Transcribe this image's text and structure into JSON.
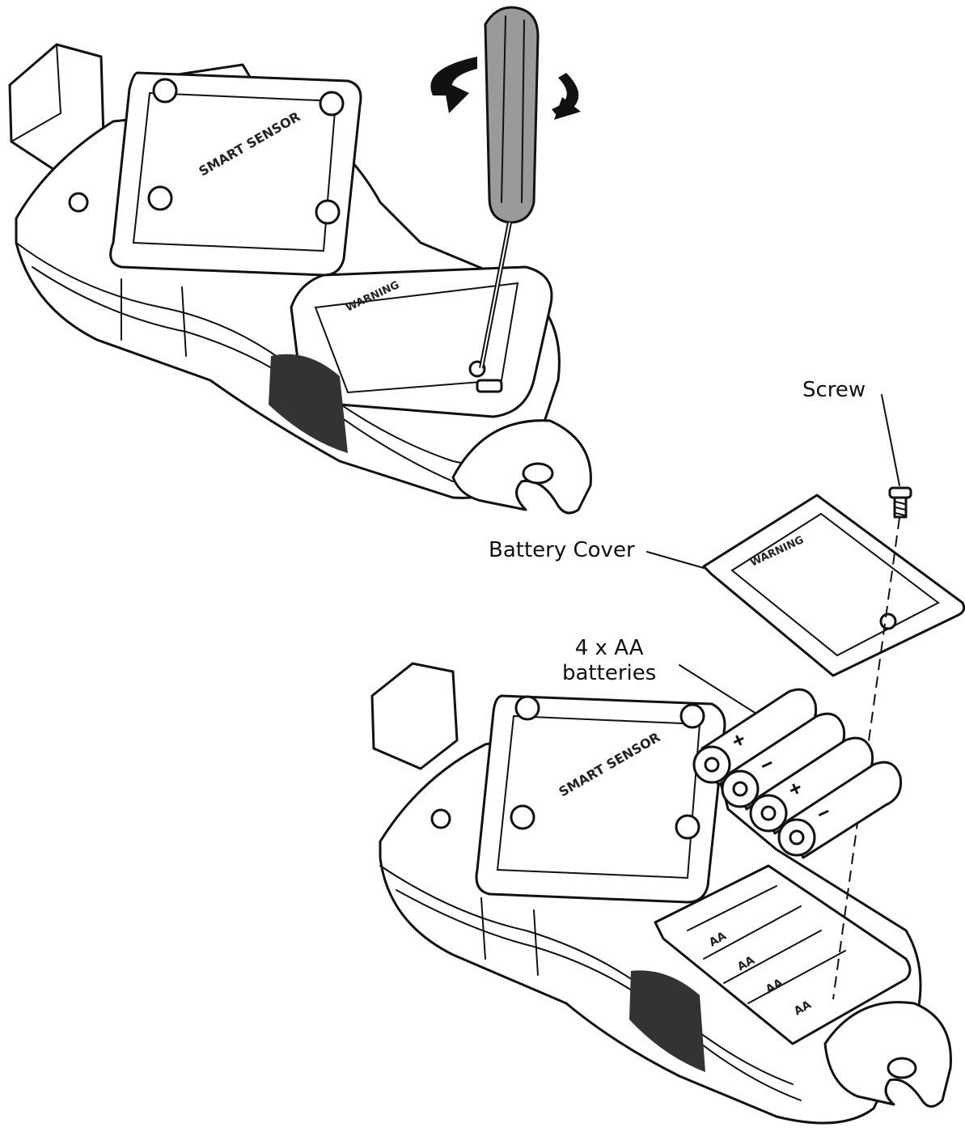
{
  "labels": {
    "screw": "Screw",
    "battery_cover": "Battery Cover",
    "batteries_line1": "4 x AA",
    "batteries_line2": "batteries"
  },
  "device_markings": {
    "brand_text": "SMART SENSOR",
    "warning_text": "WARNING",
    "compartment_text": "AA"
  },
  "battery_polarity": [
    "+",
    "−",
    "+",
    "−"
  ],
  "colors": {
    "ink": "#111111",
    "screwdriver_handle": "#9a9a9a",
    "grip_pad": "#333333",
    "background": "#ffffff"
  }
}
